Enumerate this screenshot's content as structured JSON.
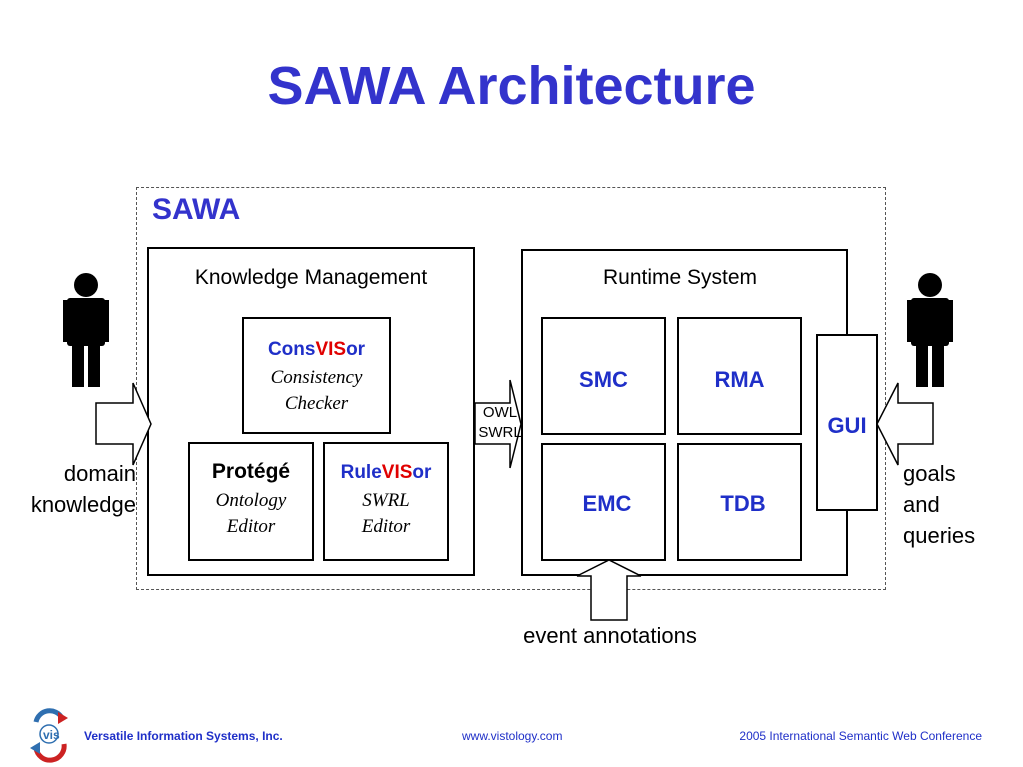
{
  "slide_title": "SAWA Architecture",
  "outer_label": "SAWA",
  "knowledge_management": {
    "title": "Knowledge Management",
    "consvisor": {
      "part1": "Cons",
      "part2": "VIS",
      "part3": "or",
      "desc_line1": "Consistency",
      "desc_line2": "Checker"
    },
    "protege": {
      "name": "Protégé",
      "desc_line1": "Ontology",
      "desc_line2": "Editor"
    },
    "rulevisor": {
      "part1": "Rule",
      "part2": "VIS",
      "part3": "or",
      "desc_line1": "SWRL",
      "desc_line2": "Editor"
    }
  },
  "runtime_system": {
    "title": "Runtime System",
    "modules": [
      "SMC",
      "RMA",
      "EMC",
      "TDB"
    ]
  },
  "gui_label": "GUI",
  "owl_arrow": {
    "line1": "OWL",
    "line2": "SWRL"
  },
  "domain_knowledge": {
    "line1": "domain",
    "line2": "knowledge"
  },
  "goals_queries": {
    "line1": "goals",
    "line2": "and",
    "line3": "queries"
  },
  "event_annotations": "event annotations",
  "footer": {
    "company": "Versatile Information Systems, Inc.",
    "website": "www.vistology.com",
    "conference": "2005 International Semantic Web Conference"
  },
  "colors": {
    "title_blue": "#3333cc",
    "text_blue": "#1f2fc8",
    "accent_red": "#e00000"
  }
}
